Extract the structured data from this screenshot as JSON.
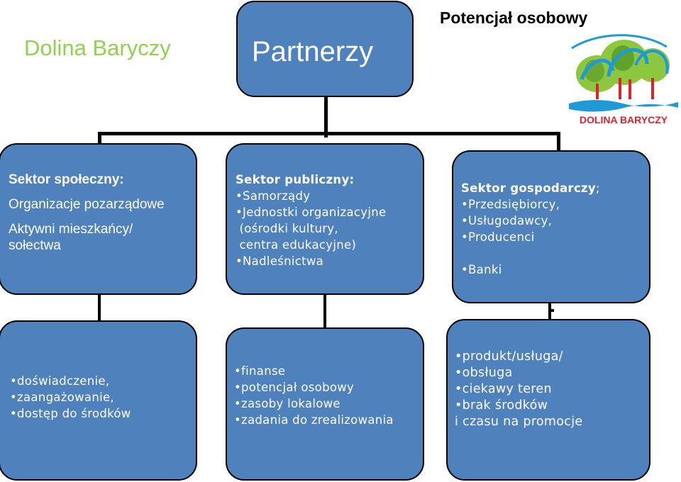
{
  "header": {
    "left_title": "Dolina Baryczy",
    "right_title": "Potencjał osobowy"
  },
  "root": {
    "label": "Partnerzy"
  },
  "logo": {
    "text": "DOLINA BARYCZY",
    "colors": {
      "green": "#8dc63f",
      "blue": "#1f9ad6",
      "red": "#d9232e"
    }
  },
  "sectors": [
    {
      "title": "Sektor społeczny:",
      "items": [
        "Organizacje pozarządowe",
        "Aktywni mieszkańcy/",
        "sołectwa"
      ]
    },
    {
      "title": "Sektor publiczny:",
      "items": [
        "•Samorządy",
        "•Jednostki organizacyjne",
        " (ośrodki kultury,",
        " centra edukacyjne)",
        "•Nadleśnictwa"
      ]
    },
    {
      "title": "Sektor gospodarczy",
      "title_suffix": ";",
      "items": [
        "•Przedsiębiorcy,",
        "•Usługodawcy,",
        "•Producenci",
        "•Banki"
      ]
    }
  ],
  "resources": [
    {
      "items": [
        "•doświadczenie,",
        "•zaangażowanie,",
        "•dostęp do środków"
      ]
    },
    {
      "items": [
        "•finanse",
        "•potencjał osobowy",
        "•zasoby lokalowe",
        "•zadania do zrealizowania"
      ]
    },
    {
      "items": [
        "•produkt/usługa/",
        "•obsługa",
        "•ciekawy teren",
        "•brak środków",
        "i czasu na promocje"
      ]
    }
  ],
  "colors": {
    "box_fill": "#4f81bd",
    "title_green": "#92d050"
  }
}
